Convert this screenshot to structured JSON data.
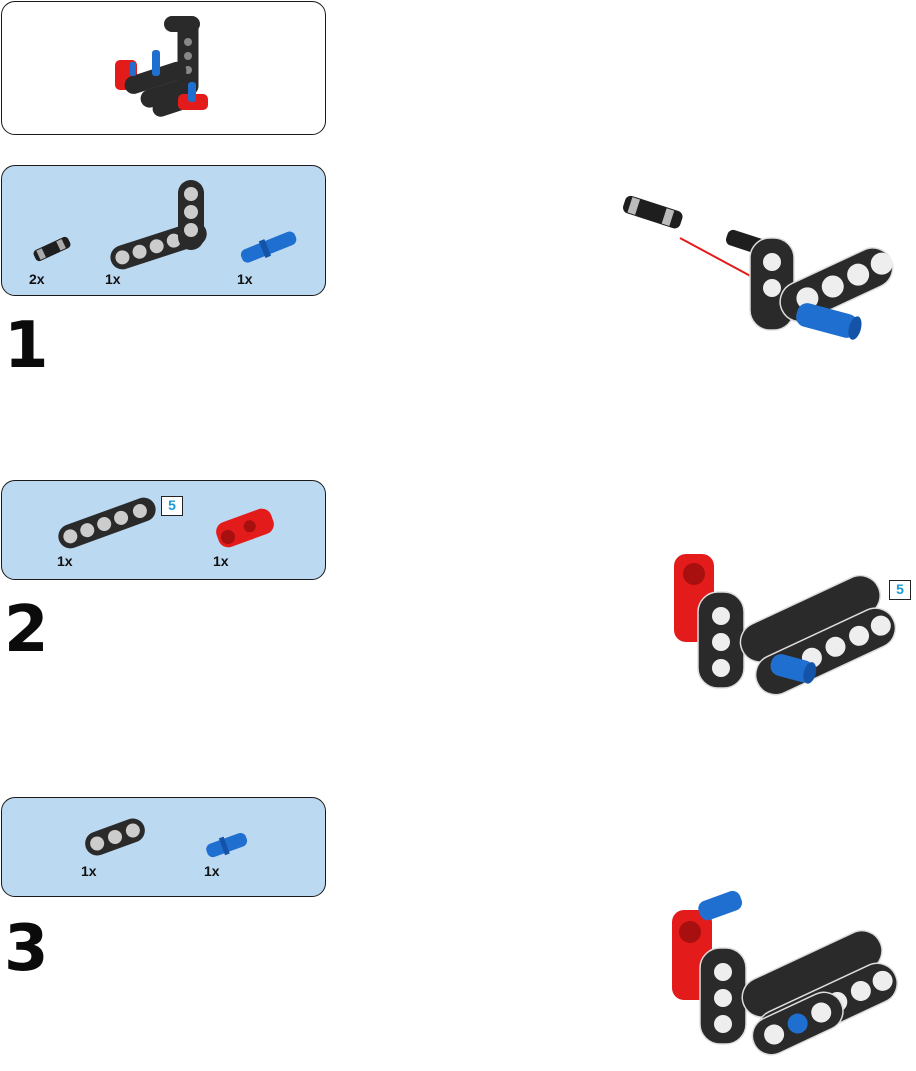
{
  "preview": {},
  "steps": [
    {
      "number": "1",
      "parts": [
        {
          "qty": "2x",
          "icon": "black-friction-pin"
        },
        {
          "qty": "1x",
          "icon": "black-l-beam"
        },
        {
          "qty": "1x",
          "icon": "blue-axle-pin"
        }
      ]
    },
    {
      "number": "2",
      "length_badge": "5",
      "parts": [
        {
          "qty": "1x",
          "icon": "black-beam-5"
        },
        {
          "qty": "1x",
          "icon": "red-cross-block"
        }
      ]
    },
    {
      "number": "3",
      "parts": [
        {
          "qty": "1x",
          "icon": "black-beam-3"
        },
        {
          "qty": "1x",
          "icon": "blue-axle-pin"
        }
      ]
    }
  ],
  "assembly": {
    "step2_length_badge": "5"
  },
  "colors": {
    "panel": "#bcd9f2",
    "black_part": "#2a2a2a",
    "red_part": "#e31b1b",
    "blue_part": "#1f6fd1",
    "badge_text": "#1a9ad6"
  }
}
